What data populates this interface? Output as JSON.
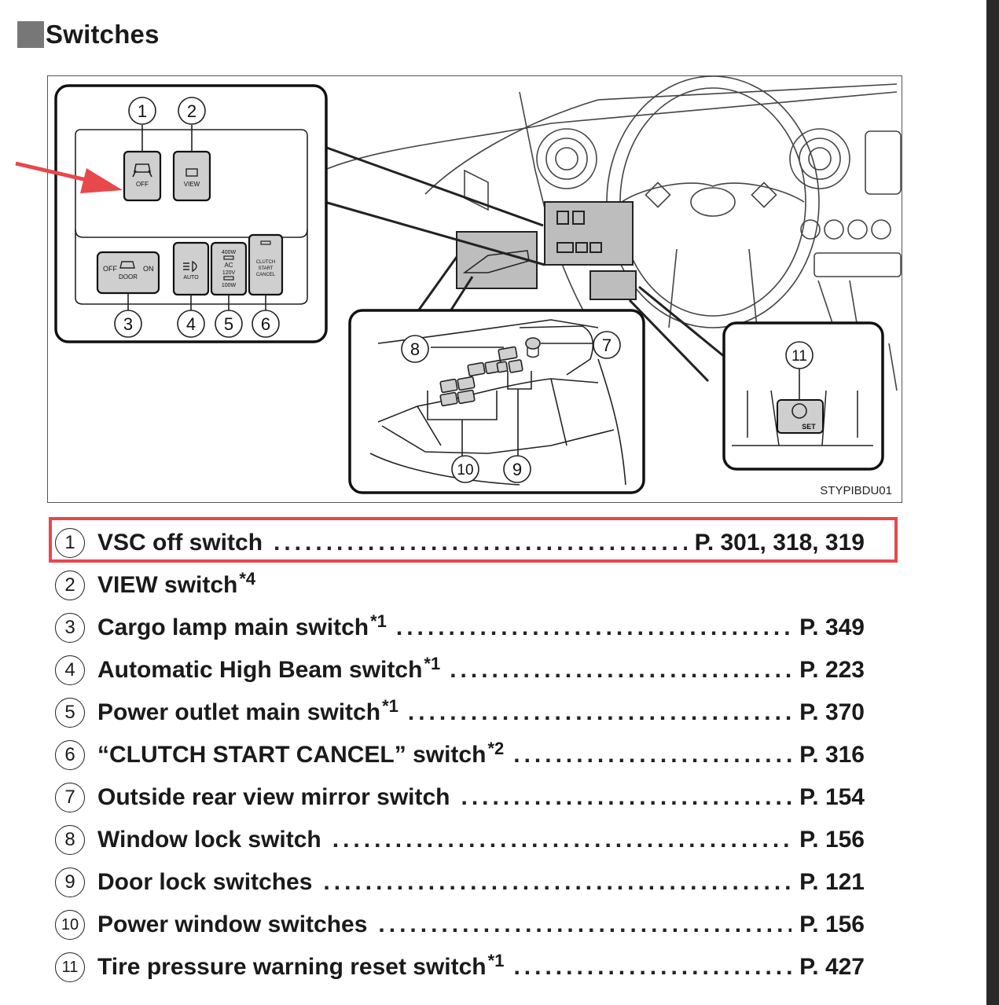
{
  "section": {
    "title": "Switches"
  },
  "figure": {
    "code": "STYPIBDU01",
    "callouts": [
      "1",
      "2",
      "3",
      "4",
      "5",
      "6",
      "7",
      "8",
      "9",
      "10",
      "11"
    ],
    "switch_labels": {
      "vsc": "OFF",
      "view": "VIEW",
      "door_off": "OFF",
      "door_on": "ON",
      "door": "DOOR",
      "auto": "AUTO",
      "power_400": "400W",
      "power_ac": "AC",
      "power_120": "120V",
      "power_100": "100W",
      "clutch1": "CLUTCH",
      "clutch2": "START",
      "clutch3": "CANCEL",
      "set": "SET"
    },
    "colors": {
      "arrow": "#e8474c",
      "highlight": "#e8474c"
    }
  },
  "items": [
    {
      "num": "1",
      "label": "VSC off switch",
      "note": "",
      "page": "P. 301, 318, 319"
    },
    {
      "num": "2",
      "label": "VIEW switch",
      "note": "*4",
      "page": ""
    },
    {
      "num": "3",
      "label": "Cargo lamp main switch",
      "note": "*1",
      "page": "P. 349"
    },
    {
      "num": "4",
      "label": "Automatic High Beam switch",
      "note": "*1",
      "page": "P. 223"
    },
    {
      "num": "5",
      "label": "Power outlet main switch",
      "note": "*1",
      "page": "P. 370"
    },
    {
      "num": "6",
      "label": "“CLUTCH START CANCEL” switch",
      "note": "*2",
      "page": "P. 316"
    },
    {
      "num": "7",
      "label": "Outside rear view mirror switch",
      "note": "",
      "page": "P. 154"
    },
    {
      "num": "8",
      "label": "Window lock switch",
      "note": "",
      "page": "P. 156"
    },
    {
      "num": "9",
      "label": "Door lock switches",
      "note": "",
      "page": "P. 121"
    },
    {
      "num": "10",
      "label": "Power window switches",
      "note": "",
      "page": "P. 156"
    },
    {
      "num": "11",
      "label": "Tire pressure warning reset switch",
      "note": "*1",
      "page": "P. 427"
    }
  ]
}
